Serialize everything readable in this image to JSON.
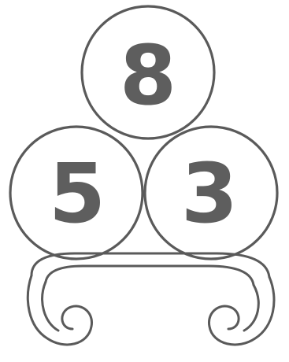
{
  "circles": {
    "top": {
      "value": "8"
    },
    "left": {
      "value": "5"
    },
    "right": {
      "value": "3"
    }
  }
}
